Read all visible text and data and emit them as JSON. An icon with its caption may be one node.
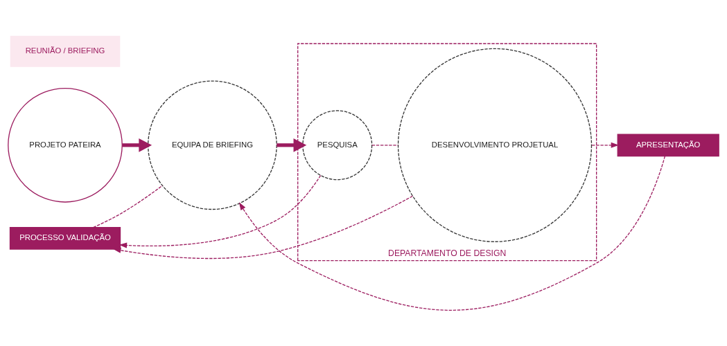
{
  "diagram": {
    "nodes": [
      {
        "text": [
          "PROJETO PATEIRA"
        ]
      },
      {
        "text": [
          "REUNIÃO / BRIEFING"
        ]
      },
      {
        "text": [
          "EQUIPA DE BRIEFING"
        ]
      },
      {
        "text": [
          "PROCESSO VALIDAÇÃO"
        ]
      },
      {
        "text": [
          "DEPARTAMENTO DE DESIGN"
        ]
      },
      {
        "text": [
          "PESQUISA"
        ],
        "in": 4
      },
      {
        "text": [
          "DESENVOLVIMENTO PROJETUAL"
        ],
        "in": 4
      },
      {
        "text": [
          "APRESENTAÇÃO"
        ]
      }
    ],
    "edges": [
      {
        "from": 0,
        "to": 2,
        "arrow": "to",
        "style": "thick"
      },
      {
        "from": 2,
        "to": 5,
        "arrow": "to",
        "style": "thick"
      },
      {
        "from": 5,
        "to": 6,
        "arrow": "none",
        "style": "dashed"
      },
      {
        "from": 5,
        "to": 3,
        "arrow": "to",
        "style": "dashed"
      },
      {
        "from": 6,
        "to": 3,
        "arrow": "to",
        "style": "dashed"
      },
      {
        "from": 3,
        "to": 2,
        "arrow": "none",
        "style": "dashed"
      },
      {
        "from": 6,
        "to": 7,
        "arrow": "to",
        "style": "dashed"
      },
      {
        "from": 7,
        "to": 2,
        "arrow": "to",
        "style": "dashed"
      }
    ]
  }
}
